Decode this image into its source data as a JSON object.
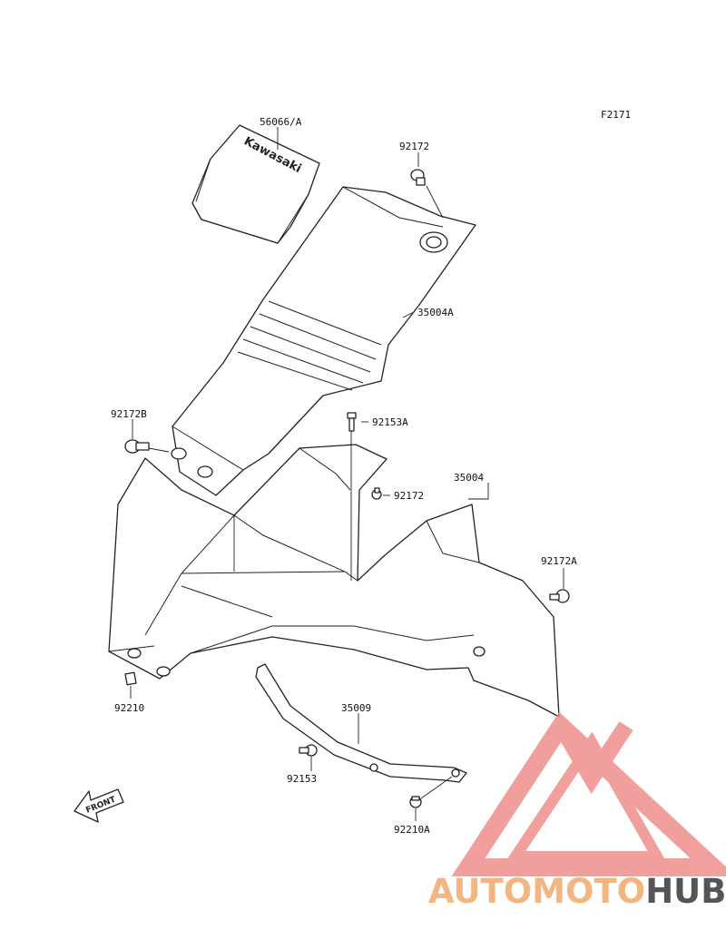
{
  "figure_code": "F2171",
  "parts": [
    {
      "number": "56066/A"
    },
    {
      "number": "92172"
    },
    {
      "number": "35004A"
    },
    {
      "number": "92172B"
    },
    {
      "number": "92153A"
    },
    {
      "number": "35004"
    },
    {
      "number": "92172"
    },
    {
      "number": "92172A"
    },
    {
      "number": "92210"
    },
    {
      "number": "35009"
    },
    {
      "number": "92153"
    },
    {
      "number": "92210A"
    }
  ],
  "emblem_text": "Kawasaki",
  "front_arrow_text": "FRONT",
  "watermark": {
    "part1": "AUTOMOTO",
    "part2": "HUB",
    "colors": {
      "accent": "#f4b680",
      "logo": "#ef8f8c",
      "dark": "#555555"
    }
  }
}
